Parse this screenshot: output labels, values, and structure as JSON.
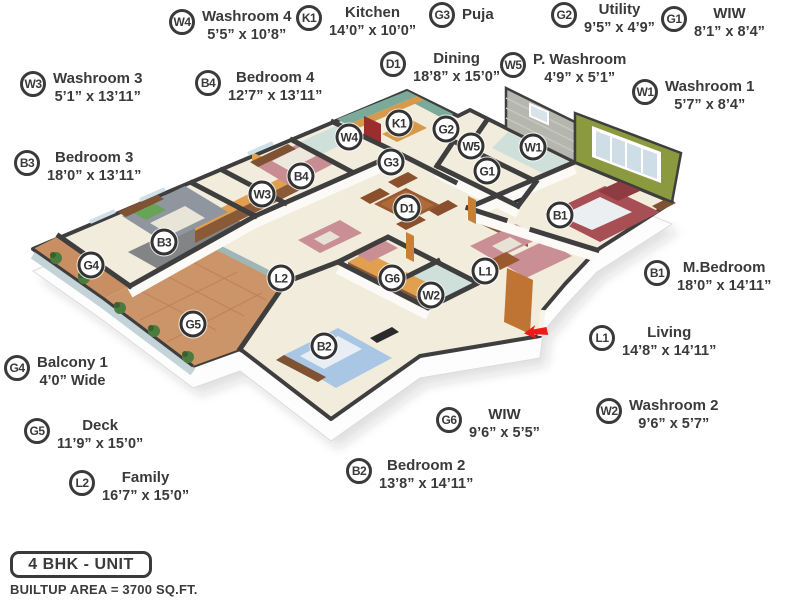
{
  "title": {
    "unit_label": "4 BHK - UNIT",
    "builtup_label": "BUILTUP AREA = 3700 SQ.FT."
  },
  "rooms": [
    {
      "code": "W4",
      "name": "Washroom 4",
      "dims": "5’5” x 10’8”"
    },
    {
      "code": "K1",
      "name": "Kitchen",
      "dims": "14’0” x 10’0”"
    },
    {
      "code": "G3",
      "name": "Puja",
      "dims": ""
    },
    {
      "code": "G2",
      "name": "Utility",
      "dims": "9’5” x 4’9”"
    },
    {
      "code": "G1",
      "name": "WIW",
      "dims": "8’1” x 8’4”"
    },
    {
      "code": "D1",
      "name": "Dining",
      "dims": "18’8” x 15’0”"
    },
    {
      "code": "W5",
      "name": "P. Washroom",
      "dims": "4’9” x 5’1”"
    },
    {
      "code": "W1",
      "name": "Washroom 1",
      "dims": "5’7” x 8’4”"
    },
    {
      "code": "W3",
      "name": "Washroom 3",
      "dims": "5’1” x 13’11”"
    },
    {
      "code": "B4",
      "name": "Bedroom 4",
      "dims": "12’7” x 13’11”"
    },
    {
      "code": "B3",
      "name": "Bedroom 3",
      "dims": "18’0” x 13’11”"
    },
    {
      "code": "B1",
      "name": "M.Bedroom",
      "dims": "18’0” x 14’11”"
    },
    {
      "code": "L1",
      "name": "Living",
      "dims": "14’8” x 14’11”"
    },
    {
      "code": "W2",
      "name": "Washroom 2",
      "dims": "9’6” x 5’7”"
    },
    {
      "code": "G6",
      "name": "WIW",
      "dims": "9’6” x 5’5”"
    },
    {
      "code": "G4",
      "name": "Balcony 1",
      "dims": "4’0” Wide"
    },
    {
      "code": "G5",
      "name": "Deck",
      "dims": "11’9” x 15’0”"
    },
    {
      "code": "L2",
      "name": "Family",
      "dims": "16’7” x 15’0”"
    },
    {
      "code": "B2",
      "name": "Bedroom 2",
      "dims": "13’8” x 14’11”"
    }
  ],
  "plan_marker_codes": [
    "W4",
    "K1",
    "G2",
    "W5",
    "G3",
    "G1",
    "W1",
    "B4",
    "W3",
    "D1",
    "B3",
    "G4",
    "L2",
    "L1",
    "B1",
    "G6",
    "W2",
    "G5",
    "B2"
  ],
  "icons": {
    "entry_arrow": "entry-arrow"
  },
  "colors": {
    "text": "#3a3a3a",
    "wall_cap": "#3e3e3e",
    "floor_cream": "#f2ecdc",
    "terracotta": "#cc9569",
    "accent_wall_green": "#8b9a3f",
    "tile_wall_gray": "#b5b6ae",
    "wood_orange": "#e0a050",
    "wood_brown": "#8a5a36",
    "sofa_pink": "#c98f94",
    "bed_blue": "#a9c6e4",
    "bed_maroon": "#a84e55",
    "washroom_teal": "#cfe0da",
    "entry_arrow_red": "#ed1a17"
  }
}
